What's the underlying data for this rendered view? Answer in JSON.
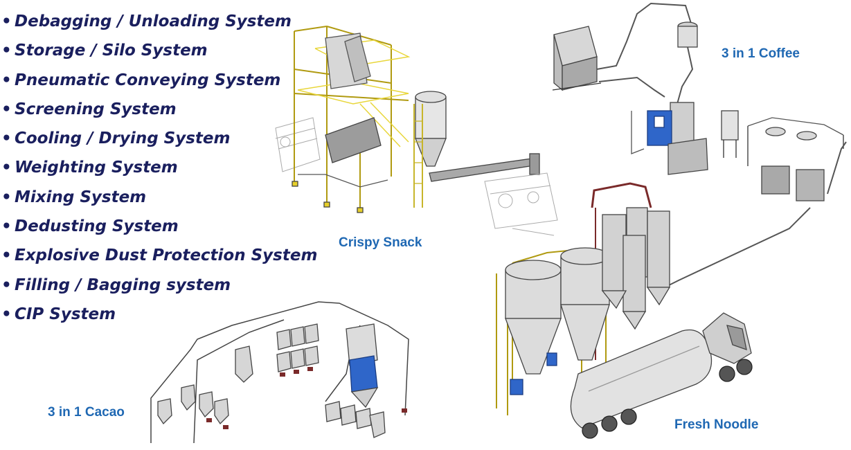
{
  "systems_list": [
    "Debagging / Unloading System",
    "Storage / Silo System",
    "Pneumatic Conveying System",
    "Screening System",
    "Cooling / Drying System",
    "Weighting System",
    "Mixing System",
    "Dedusting System",
    "Explosive Dust Protection System",
    "Filling / Bagging system",
    "CIP System"
  ],
  "captions": {
    "coffee": "3 in 1 Coffee",
    "crispy": "Crispy Snack",
    "cacao": "3 in 1 Cacao",
    "noodle": "Fresh Noodle"
  },
  "colors": {
    "list_text": "#1a1f5e",
    "caption_text": "#1f68b3",
    "safety_yellow": "#f2e24a",
    "equipment_blue": "#2f66c9",
    "steel_gray": "#c9c9c9"
  }
}
